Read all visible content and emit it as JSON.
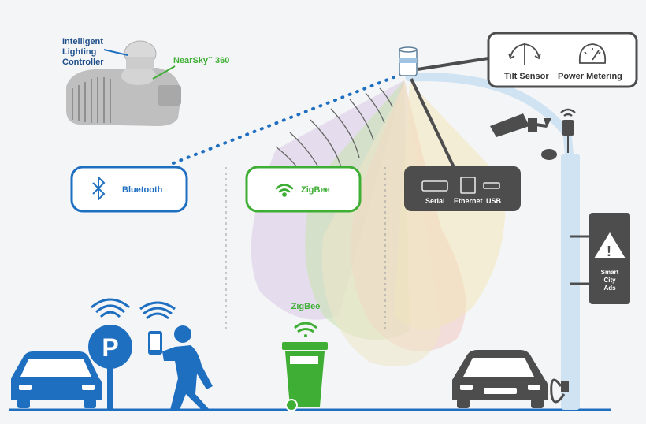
{
  "controller": {
    "label_line1": "Intelligent",
    "label_line2": "Lighting",
    "label_line3": "Controller",
    "nearsky_name": "NearSky",
    "nearsky_tm": "™",
    "nearsky_model": "360"
  },
  "sensors_box": {
    "tilt_label": "Tilt Sensor",
    "power_label": "Power Metering"
  },
  "connectivity": {
    "bluetooth_label": "Bluetooth",
    "zigbee_label": "ZigBee"
  },
  "ports_box": {
    "serial_label": "Serial",
    "ethernet_label": "Ethernet",
    "usb_label": "USB"
  },
  "ads_sign": {
    "line1": "Smart",
    "line2": "City",
    "line3": "Ads"
  },
  "ground": {
    "bin_label": "ZigBee",
    "parking_letter": "P"
  },
  "colors": {
    "blue": "#1f6fc1",
    "green": "#3fae35",
    "dark_gray": "#4d4d4d",
    "pole": "#cfe3f3"
  }
}
